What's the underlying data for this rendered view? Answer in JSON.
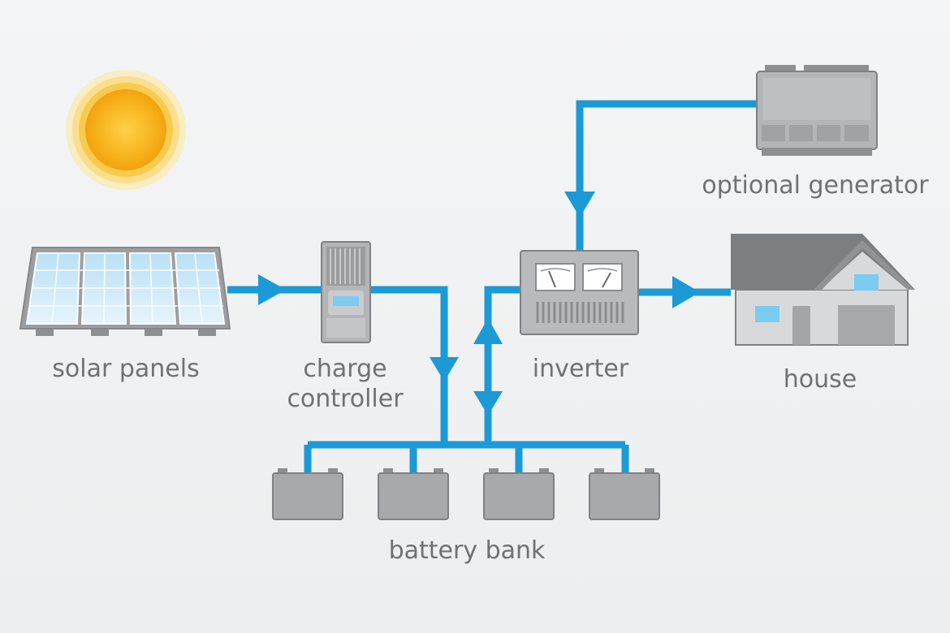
{
  "labels": {
    "solar_panels": "solar panels",
    "charge_controller_line1": "charge",
    "charge_controller_line2": "controller",
    "inverter": "inverter",
    "house": "house",
    "optional_generator": "optional generator",
    "battery_bank": "battery bank"
  },
  "colors": {
    "wire": "#1b9ad6",
    "device_gray": "#a7a9ab",
    "device_outline": "#7f8284",
    "screen_blue": "#7ccbf1",
    "label_text": "#6f7173",
    "sun": "#f7b21b"
  }
}
